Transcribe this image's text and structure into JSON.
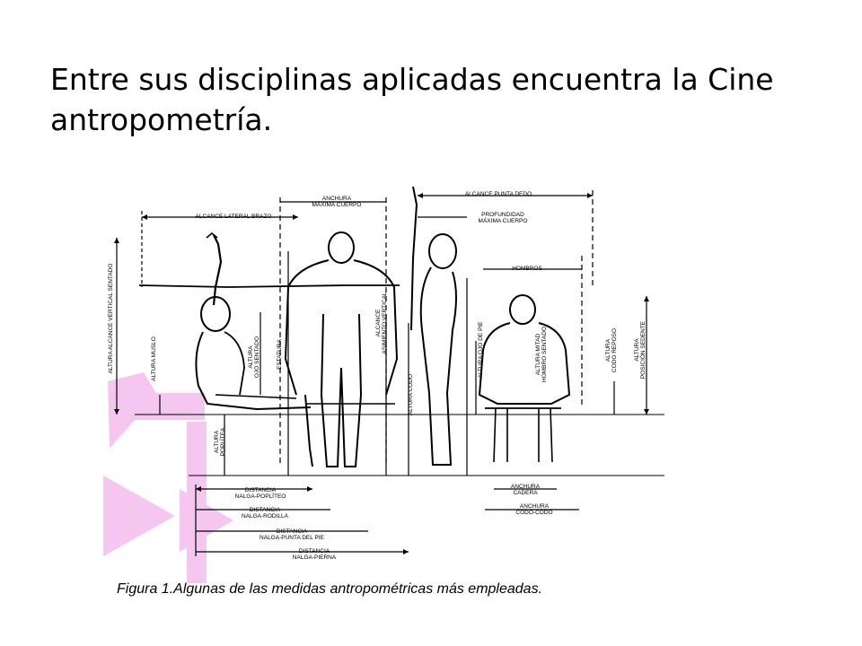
{
  "slide": {
    "title": "Entre sus disciplinas aplicadas encuentra la Cine antropometría."
  },
  "figure": {
    "caption": "Figura 1.Algunas de las medidas antropométricas más empleadas.",
    "labels": {
      "alcance_lateral_brazo": "ALCANCE LATERAL BRAZO",
      "anchura_maxima_cuerpo": "ANCHURA\nMÁXIMA CUERPO",
      "alcance_punta_dedo": "ALCANCE PUNTA DEDO",
      "profundidad_maxima_cuerpo": "PROFUNDIDAD\nMÁXIMA CUERPO",
      "hombros": "HOMBROS",
      "altura_alcance_vertical_sentado": "ALTURA ALCANCE VERTICAL SENTADO",
      "altura_muslo": "ALTURA MUSLO",
      "altura_ojo_sentado": "ALTURA\nOJO SENTADO",
      "estatura": "ESTATURA",
      "alcance_asimiento_vertical": "ALCANCE\nASIMIENTO VERTICAL",
      "altura_codo": "ALTURA CODO",
      "altura_ojo_de_pie": "ALTURA OJO DE PIE",
      "altura_hombro_sentado": "ALTURA MITAD\nHOMBRO SENTADO",
      "altura_codo_reposo": "ALTURA\nCODO REPOSO",
      "altura_posicion_sedente": "ALTURA\nPOSICIÓN SEDENTE",
      "altura_poplitea": "ALTURA\nPOPLÍTEA",
      "distancia_nalga_popliteo": "DISTANCIA\nNALGA-POPLÍTEO",
      "distancia_nalga_rodilla": "DISTANCIA\nNALGA-RODILLA",
      "distancia_nalga_punta_pie": "DISTANCIA\nNALGA-PUNTA DEL PIE",
      "distancia_nalga_pierna": "DISTANCIA\nNALGA-PIERNA",
      "anchura_cadera": "ANCHURA\nCADERA",
      "anchura_codo_codo": "ANCHURA\nCODO-CODO"
    }
  },
  "colors": {
    "accent_pink": "#f5c6ef",
    "ink": "#000000"
  }
}
